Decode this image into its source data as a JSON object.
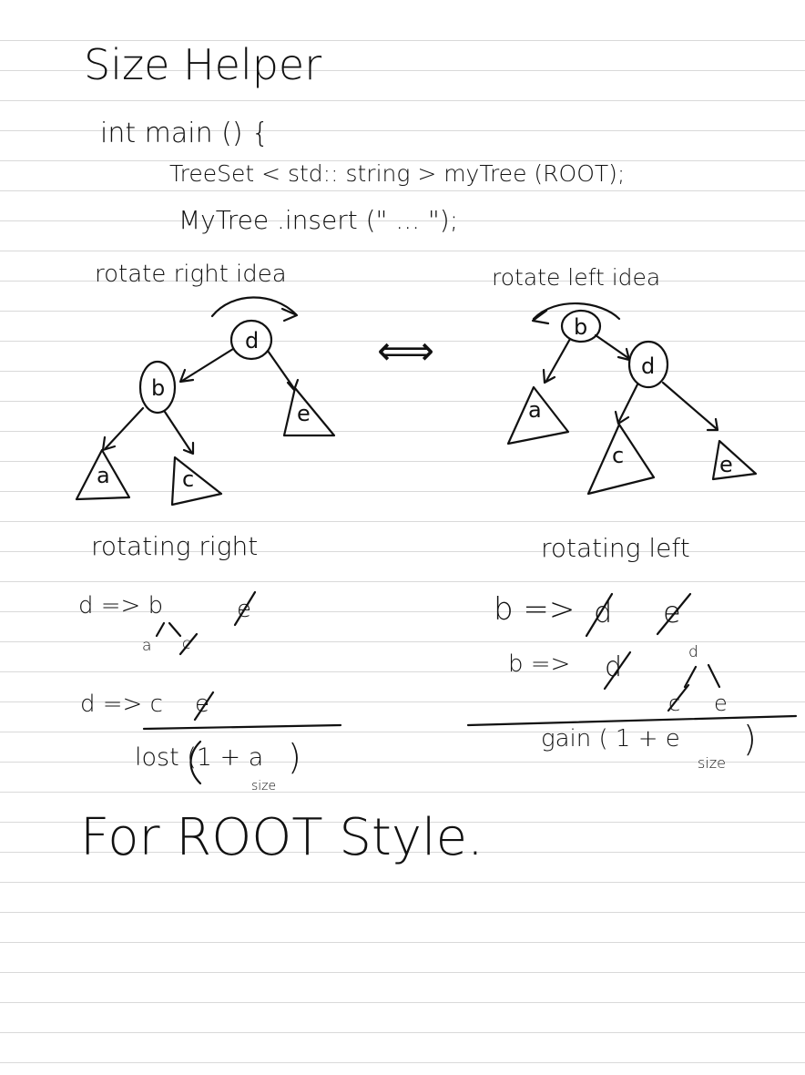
{
  "heading": {
    "title": "Size Helper"
  },
  "code": {
    "line1": "int main () {",
    "line2": "TreeSet < std:: string > myTree (ROOT);",
    "line3": "MyTree .insert (\" ... \");"
  },
  "diagram_right": {
    "title": "rotate right idea",
    "nodes": {
      "root": "d",
      "left": "b",
      "right_tree": "e",
      "left_left": "a",
      "left_right": "c"
    }
  },
  "equivalence_symbol": "⟺",
  "diagram_left": {
    "title": "rotate left idea",
    "nodes": {
      "root": "b",
      "right": "d",
      "left_tree": "a",
      "right_left": "c",
      "right_right": "e"
    }
  },
  "rotating_right": {
    "title": "rotating right",
    "line1": "d => b",
    "crossed1": "e",
    "sub_a": "a",
    "sub_crossed": "c",
    "line2": "d => c",
    "crossed2": "e",
    "result": "lost (1 + a",
    "result_close": ")",
    "size_label": "size"
  },
  "rotating_left": {
    "title": "rotating left",
    "line1": "b =>",
    "crossed_a": "d",
    "crossed_b": "e",
    "line2": "b =>",
    "crossed_c": "d",
    "sub_d": "d",
    "sub_crossed": "c",
    "sub_e": "e",
    "result": "gain ( 1 + e",
    "result_close": ")",
    "size_label": "size"
  },
  "footer": {
    "text": "For ROOT Style."
  }
}
